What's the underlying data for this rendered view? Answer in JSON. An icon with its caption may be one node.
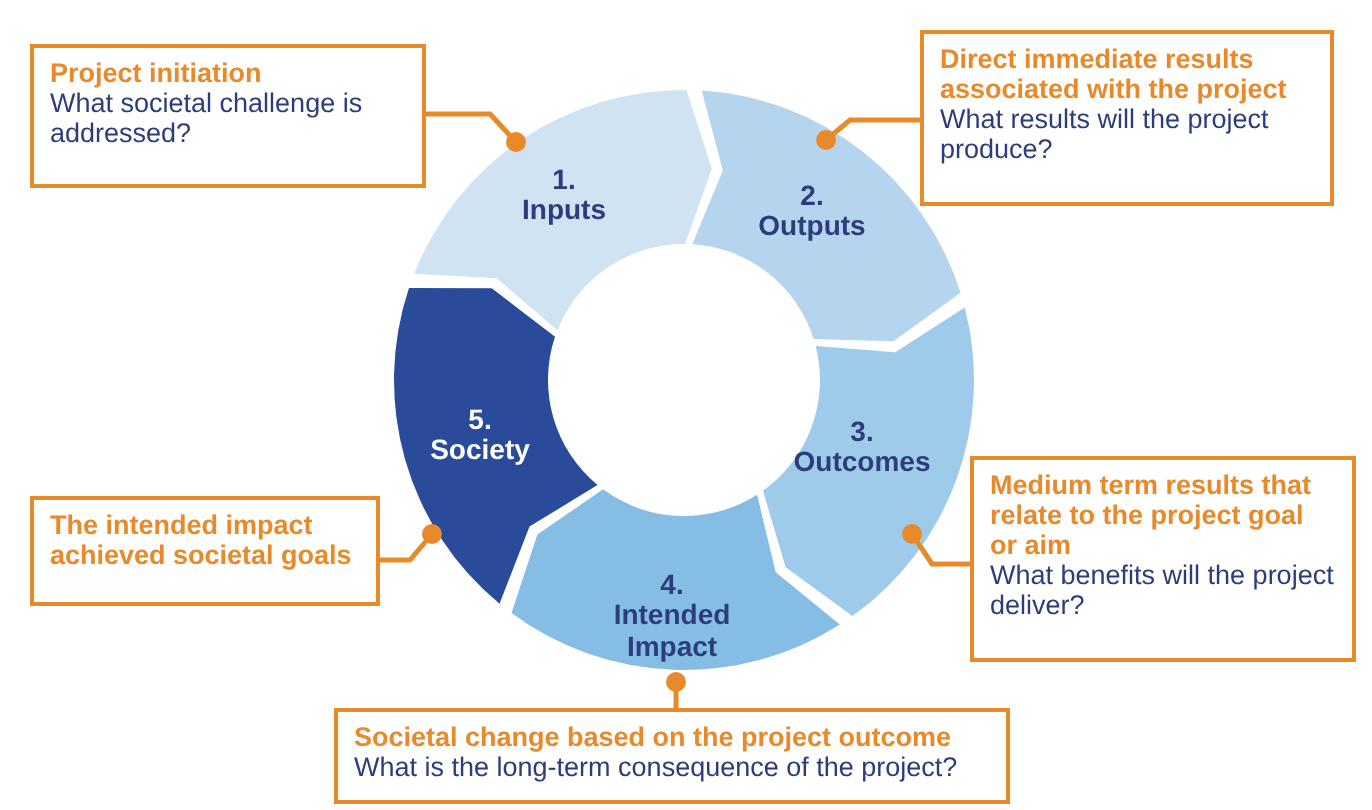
{
  "diagram": {
    "nodes": [
      {
        "text": [
          "1.",
          "Inputs"
        ]
      },
      {
        "text": [
          "2.",
          "Outputs"
        ]
      },
      {
        "text": [
          "3.",
          "Outcomes"
        ]
      },
      {
        "text": [
          "4.",
          "Intended Impact"
        ]
      },
      {
        "text": [
          "5.",
          "Society"
        ]
      },
      {
        "text": [
          "Project initiation",
          "What societal challenge is addressed?"
        ]
      },
      {
        "text": [
          "Direct immediate results associated with the project",
          "What results will the project produce?"
        ]
      },
      {
        "text": [
          "Medium term results that relate to the project goal or aim",
          "What benefits will the project deliver?"
        ]
      },
      {
        "text": [
          "Societal change based on the project outcome",
          "What is the long-term consequence of the project?"
        ]
      },
      {
        "text": [
          "The intended impact achieved societal goals"
        ]
      }
    ],
    "edges": [
      {
        "from": 5,
        "to": 0,
        "arrow": "other"
      },
      {
        "from": 6,
        "to": 1,
        "arrow": "other"
      },
      {
        "from": 7,
        "to": 2,
        "arrow": "other"
      },
      {
        "from": 8,
        "to": 3,
        "arrow": "other"
      },
      {
        "from": 9,
        "to": 4,
        "arrow": "other"
      }
    ]
  }
}
